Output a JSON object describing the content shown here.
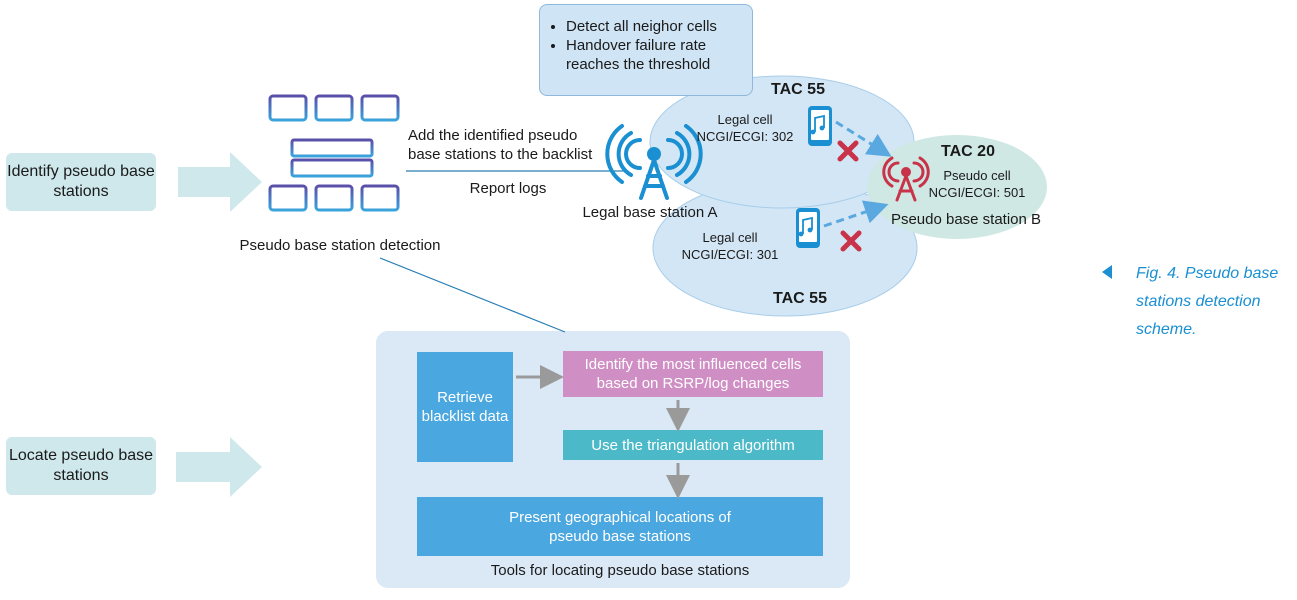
{
  "left_labels": {
    "identify": "Identify pseudo base stations",
    "locate": "Locate pseudo base stations"
  },
  "detection": {
    "server_label": "Pseudo base station detection",
    "add_text": "Add the identified pseudo base stations to the backlist",
    "report_logs": "Report logs"
  },
  "conditions": {
    "items": [
      "Detect all neighor cells",
      "Handover failure rate reaches the threshold"
    ]
  },
  "legal_station": {
    "label": "Legal base station A"
  },
  "tac_top": {
    "title": "TAC 55",
    "cell_name": "Legal cell",
    "cell_id": "NCGI/ECGI: 302"
  },
  "tac_bottom": {
    "title": "TAC 55",
    "cell_name": "Legal cell",
    "cell_id": "NCGI/ECGI: 301"
  },
  "tac_pseudo": {
    "title": "TAC 20",
    "cell_name": "Pseudo cell",
    "cell_id": "NCGI/ECGI: 501",
    "station_label": "Pseudo base station B"
  },
  "tools": {
    "retrieve": "Retrieve blacklist data",
    "identify_cells": "Identify the most influenced cells based on RSRP/log changes",
    "triangulation": "Use the triangulation algorithm",
    "present": "Present geographical locations of pseudo base stations",
    "panel_label": "Tools for locating pseudo base stations"
  },
  "caption": "Fig. 4. Pseudo base stations detection scheme.",
  "colors": {
    "side_label_bg": "#cfe8ec",
    "arrow_fill": "#cfe8ec",
    "panel_bg": "#dbe8f5",
    "ellipse_fill": "#d3e6f5",
    "pseudo_fill": "#cfe8e4",
    "retrieve_box": "#4aa7df",
    "identify_box": "#cf8fc4",
    "triangulation_box": "#4bb9c7",
    "present_box": "#4aa7df",
    "accent_blue": "#1a8fd1",
    "pseudo_red": "#c9334a",
    "server_purple": "#5a4fa8"
  }
}
